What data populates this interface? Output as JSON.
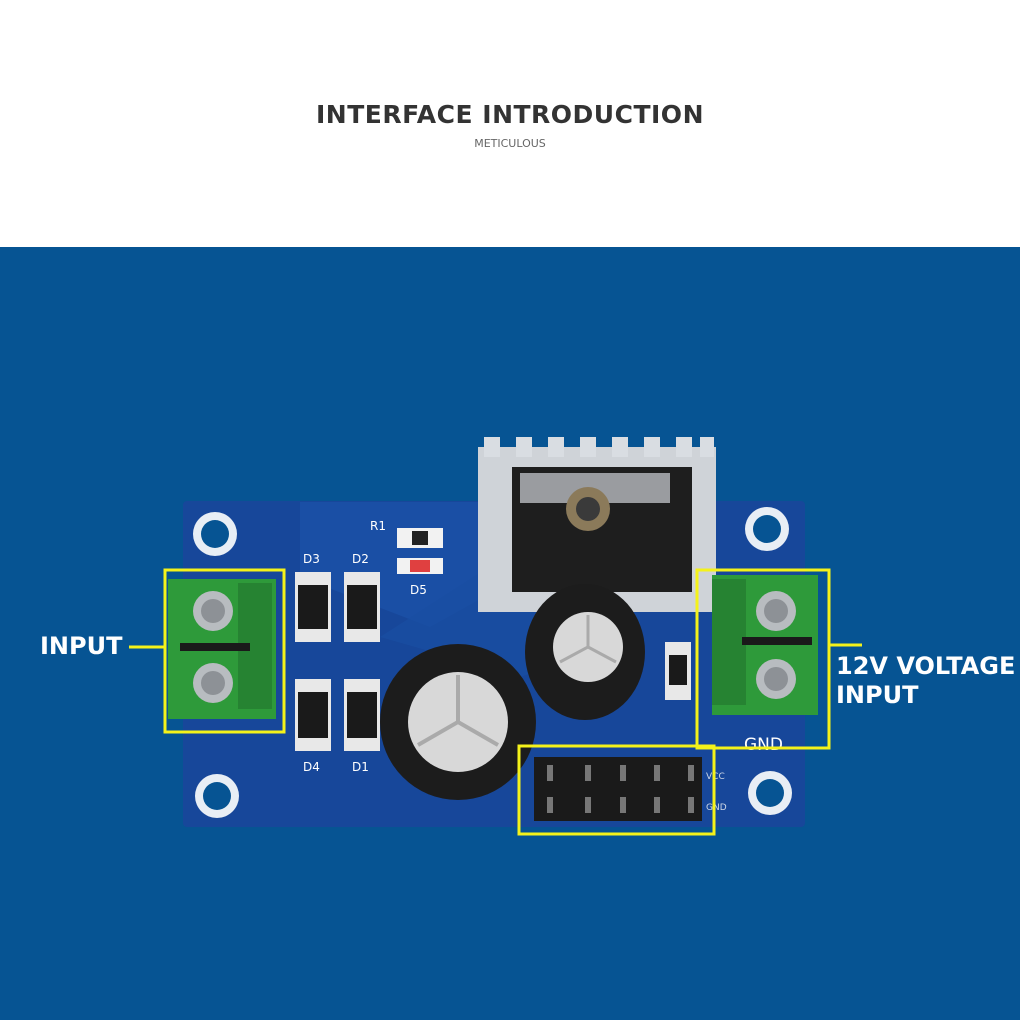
{
  "header": {
    "title": "INTERFACE INTRODUCTION",
    "subtitle": "METICULOUS"
  },
  "callouts": {
    "input": "INPUT",
    "voltage_line1": "12V VOLTAGE",
    "voltage_line2": "INPUT"
  },
  "board_silkscreen": {
    "r1": "R1",
    "d1": "D1",
    "d2": "D2",
    "d3": "D3",
    "d4": "D4",
    "d5": "D5",
    "gnd": "GND",
    "header_vcc": "VCC",
    "header_gnd": "GND"
  },
  "colors": {
    "background_blue": "#065493",
    "callout_yellow": "#f4f21a",
    "terminal_green": "#2e9a3a",
    "pcb_blue": "#17479a"
  }
}
